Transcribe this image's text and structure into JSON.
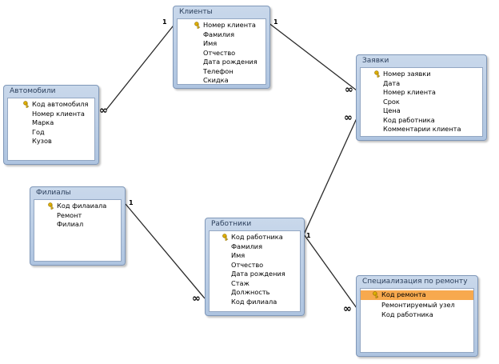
{
  "tables": {
    "clients": {
      "title": "Клиенты",
      "fields": [
        "Номер клиента",
        "Фамилия",
        "Имя",
        "Отчество",
        "Дата рождения",
        "Телефон",
        "Скидка"
      ]
    },
    "cars": {
      "title": "Автомобили",
      "fields": [
        "Код автомобиля",
        "Номер клиента",
        "Марка",
        "Год",
        "Кузов"
      ]
    },
    "orders": {
      "title": "Заявки",
      "fields": [
        "Номер заявки",
        "Дата",
        "Номер клиента",
        "Срок",
        "Цена",
        "Код работника",
        "Комментарии клиента"
      ]
    },
    "branches": {
      "title": "Филиалы",
      "fields": [
        "Код филаиала",
        "Ремонт",
        "Филиал"
      ]
    },
    "workers": {
      "title": "Работники",
      "fields": [
        "Код работника",
        "Фамилия",
        "Имя",
        "Отчество",
        "Дата рождения",
        "Стаж",
        "Должность",
        "Код филиала"
      ]
    },
    "specialization": {
      "title": "Специализация по ремонту",
      "fields": [
        "Код ремонта",
        "Ремонтируемый узел",
        "Код работника"
      ]
    }
  },
  "relationship_marks": {
    "one": "1",
    "many": "∞"
  },
  "colors": {
    "highlight": "#f7a94e",
    "key": "#e0b000",
    "line": "#2a2a2a"
  }
}
